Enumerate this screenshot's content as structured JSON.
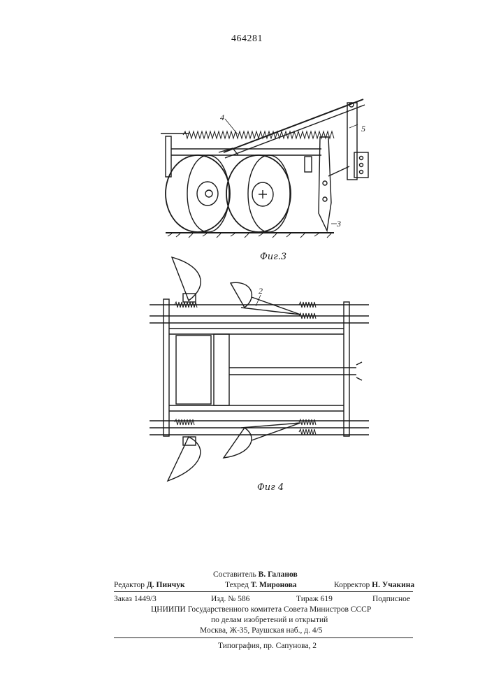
{
  "patent_number": "464281",
  "figures": {
    "fig3": {
      "caption": "Фиг.3",
      "labels": [
        "4",
        "5",
        "3"
      ]
    },
    "fig4": {
      "caption": "Фиг 4",
      "labels": [
        "2"
      ]
    }
  },
  "credits": {
    "compiler": {
      "label": "Составитель",
      "name": "В. Галанов"
    },
    "editor": {
      "label": "Редактор",
      "name": "Д. Пинчук"
    },
    "techred": {
      "label": "Техред",
      "name": "Т. Миронова"
    },
    "corrector": {
      "label": "Корректор",
      "name": "Н. Учакина"
    },
    "order": {
      "label": "Заказ",
      "value": "1449/3"
    },
    "issue": {
      "label": "Изд.",
      "value": "№ 586"
    },
    "print_run": {
      "label": "Тираж",
      "value": "619"
    },
    "subscription": "Подписное",
    "institute_line1": "ЦНИИПИ Государственного комитета Совета Министров СССР",
    "institute_line2": "по делам изобретений и открытий",
    "institute_line3": "Москва, Ж-35, Раушская наб., д. 4/5",
    "printer": "Типография, пр. Сапунова, 2"
  }
}
